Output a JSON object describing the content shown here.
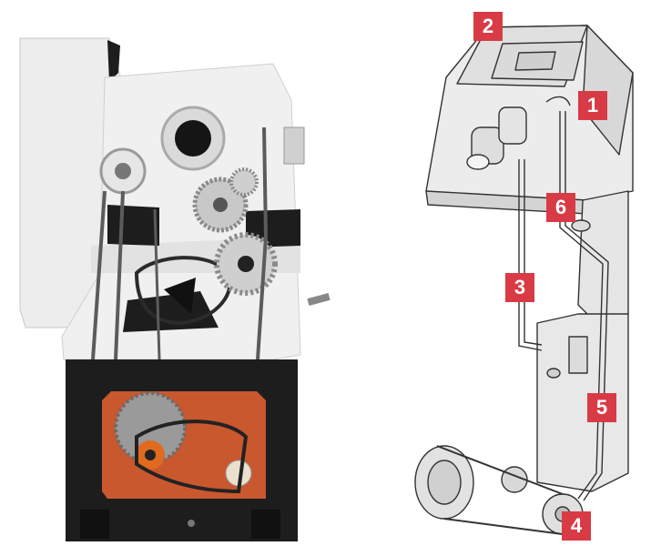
{
  "colors": {
    "callout_bg": "#d83b45",
    "casting": "#e8e8e8",
    "cabinet": "#1d1d1d",
    "motor_bay": "#c9582e",
    "line_art": "#333333"
  },
  "callouts": [
    "1",
    "2",
    "3",
    "4",
    "5",
    "6"
  ]
}
